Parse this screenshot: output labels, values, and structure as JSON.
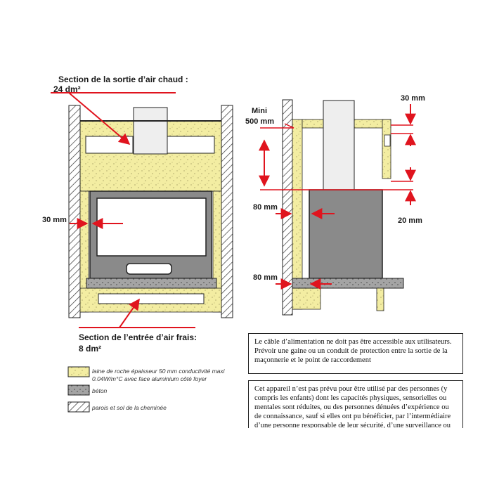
{
  "labels": {
    "hot_air_title": "Section de la sortie d’air chaud :",
    "hot_air_value": "24 dm²",
    "gap_30_left": "30 mm",
    "fresh_air_title": "Section de l’entrée d’air frais:",
    "fresh_air_value": "8 dm²",
    "mini": "Mini",
    "mini_value": "500 mm",
    "gap_30_top": "30 mm",
    "gap_80_upper": "80 mm",
    "gap_20": "20 mm",
    "gap_80_lower": "80 mm"
  },
  "legend": {
    "wool_line1": "laine de roche épaisseur 50 mm conductivité maxi",
    "wool_line2": "0.04W/m°C avec face aluminium côté foyer",
    "concrete": "béton",
    "walls": "parois et sol de la cheminée"
  },
  "notes": {
    "power_cable": "Le câble d’alimentation ne doit pas être accessible aux utilisateurs. Prévoir une gaine ou un conduit de protection entre la sortie de la maçonnerie et le point de raccordement",
    "safety": "Cet appareil n’est pas prévu pour être utilisé par des personnes (y compris les enfants) dont les capacités physiques, sensorielles ou mentales sont réduites, ou des personnes dénuées d’expérience ou de connaissance, sauf si elles ont pu bénéficier, par l’intermédiaire d’une personne responsable de leur sécurité, d’une surveillance ou"
  },
  "colors": {
    "insulation": "#f3eda2",
    "arrow": "#e0141e",
    "concrete": "#9a9a9a",
    "appliance": "#8a8a8a"
  }
}
